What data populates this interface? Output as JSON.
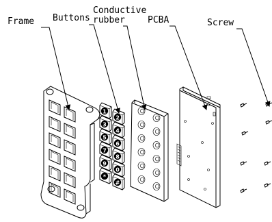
{
  "labels": {
    "frame": "Frame",
    "buttons": "Buttons",
    "conductive_line1": "Conductive",
    "conductive_line2": "rubber",
    "pcba": "PCBA",
    "screw": "Screw"
  },
  "button_numbers": [
    "1",
    "2",
    "3",
    "4",
    "5",
    "6",
    "7",
    "8",
    "9",
    "0",
    "*",
    "#"
  ]
}
